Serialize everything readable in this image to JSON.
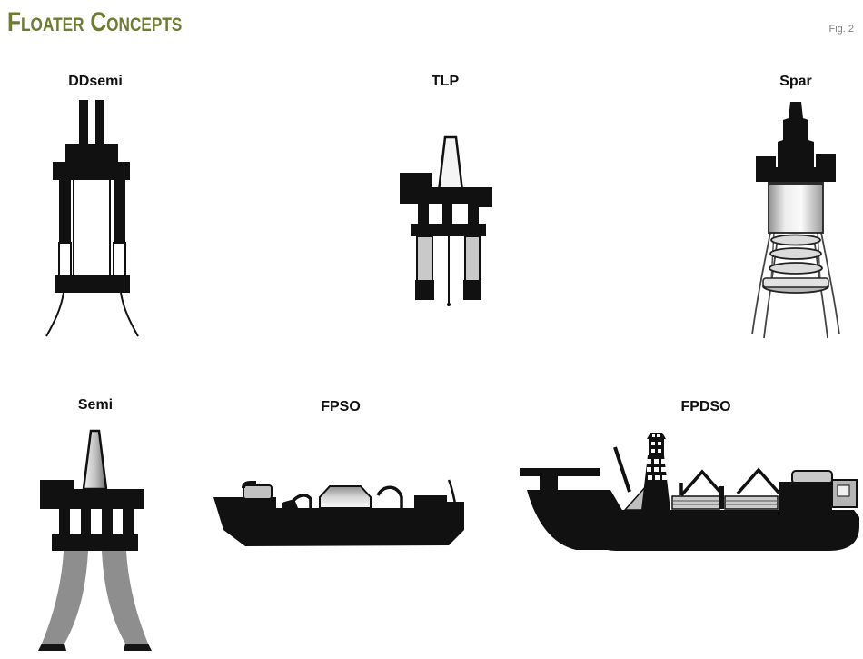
{
  "figure": {
    "title": "Floater Concepts",
    "figure_number": "Fig. 2"
  },
  "concepts": [
    {
      "id": "ddsemi",
      "label": "DDsemi",
      "icon": "ddsemi-platform-illustration"
    },
    {
      "id": "tlp",
      "label": "TLP",
      "icon": "tlp-platform-illustration"
    },
    {
      "id": "spar",
      "label": "Spar",
      "icon": "spar-platform-illustration"
    },
    {
      "id": "semi",
      "label": "Semi",
      "icon": "semi-platform-illustration"
    },
    {
      "id": "fpso",
      "label": "FPSO",
      "icon": "fpso-vessel-illustration"
    },
    {
      "id": "fpdso",
      "label": "FPDSO",
      "icon": "fpdso-vessel-illustration"
    }
  ],
  "colors": {
    "title_green": "#6e7c31",
    "fig_label_gray": "#808080",
    "silhouette_black": "#111111",
    "mooring_band_gray": "#8e8e8e",
    "tendon_gray": "#c9c9c9",
    "structure_gray": "#c8c8c8"
  }
}
